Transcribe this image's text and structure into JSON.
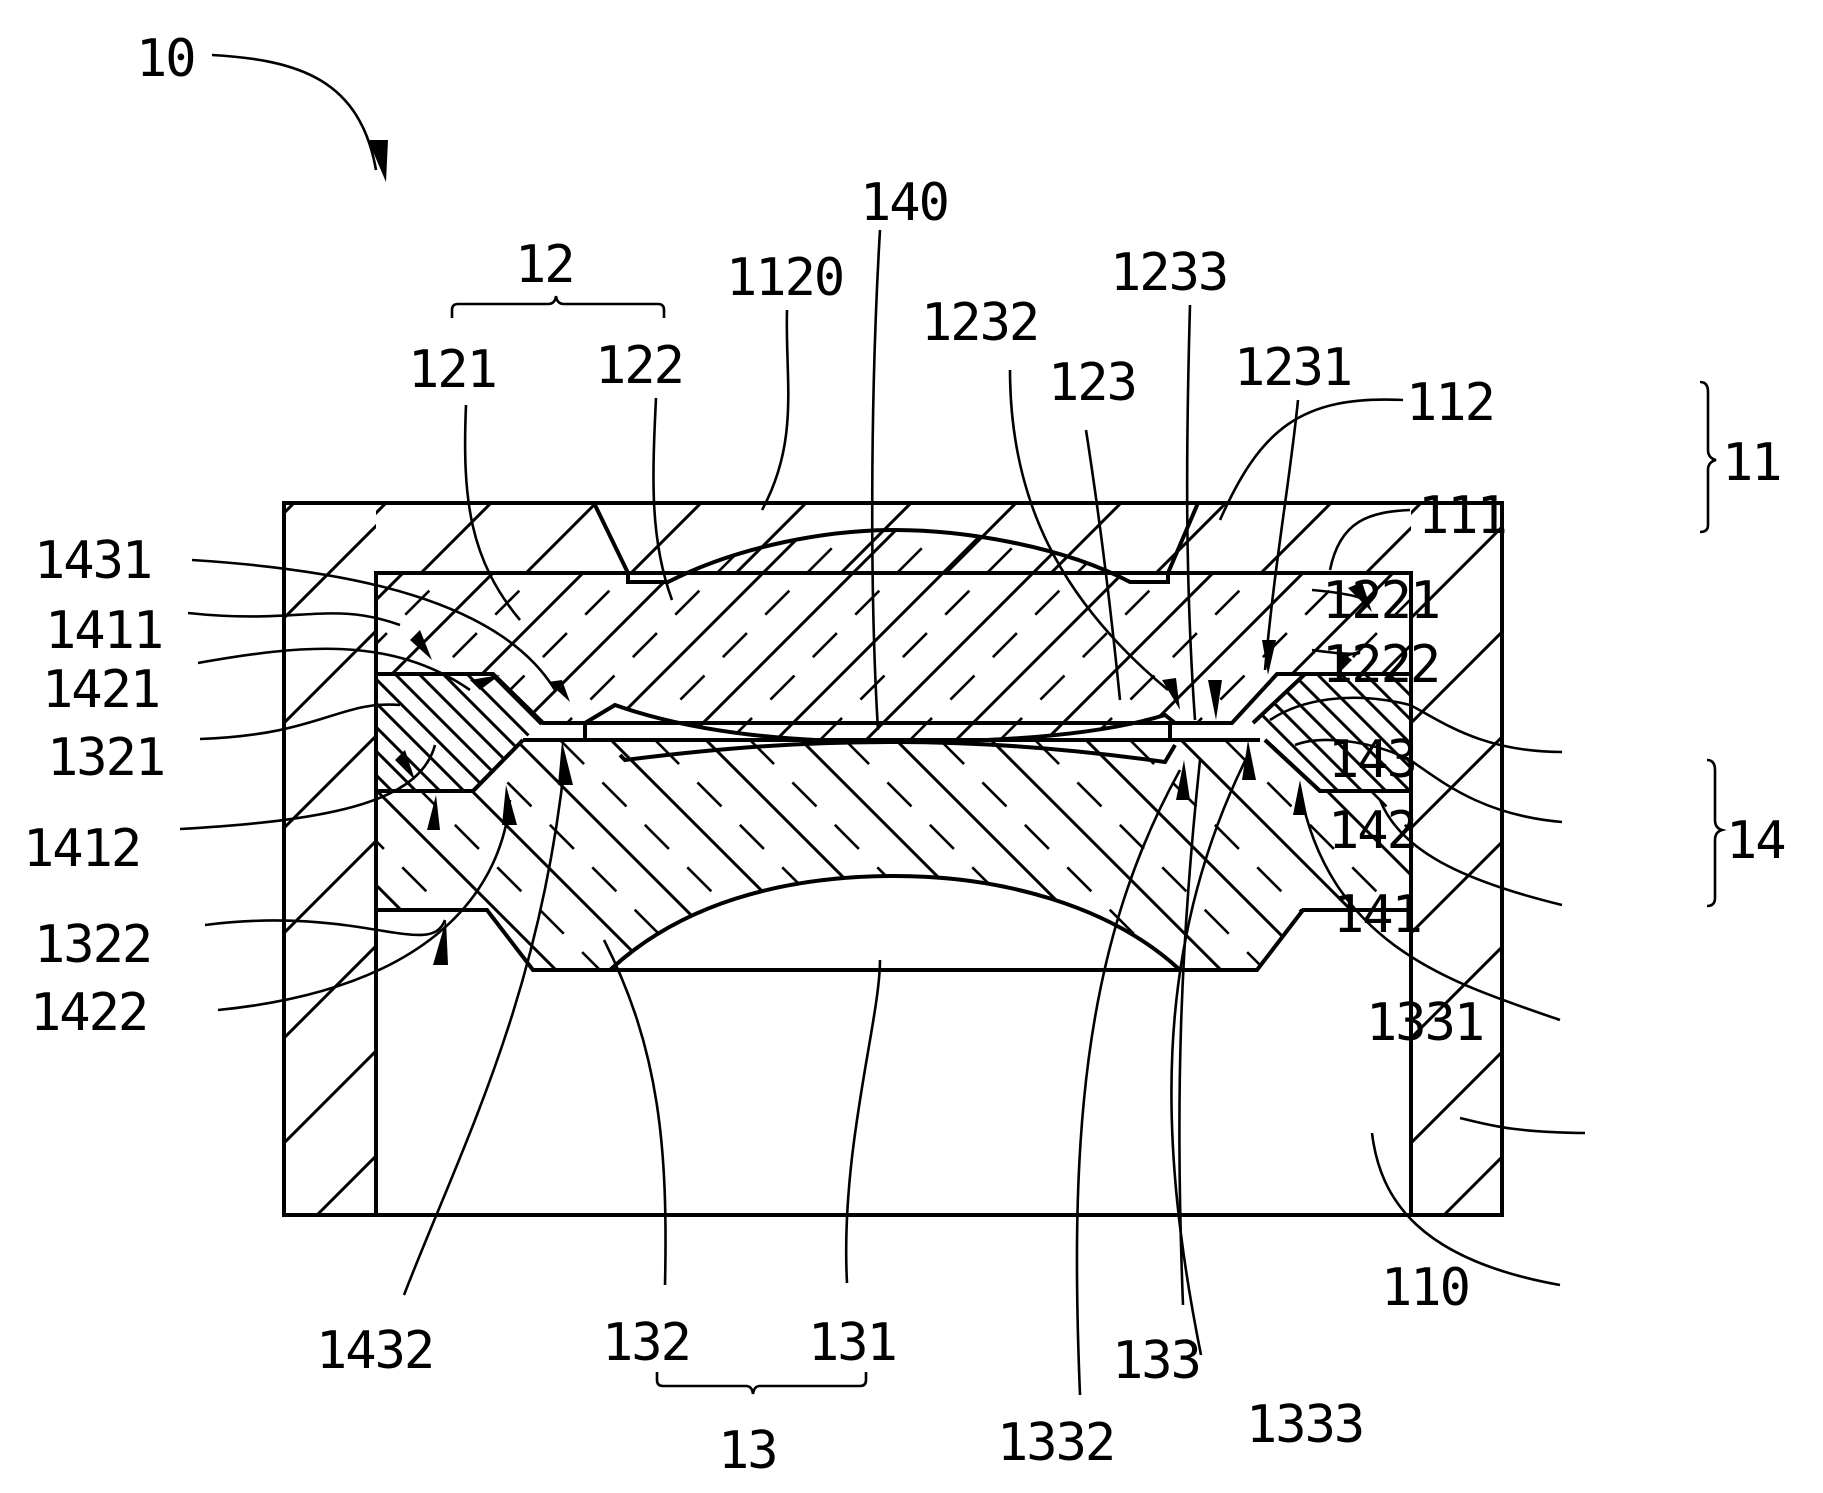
{
  "figure": {
    "title": "Lens module cross-section",
    "assembly_label": "10",
    "colors": {
      "ink": "#000000",
      "paper": "#ffffff"
    }
  },
  "components": {
    "barrel": {
      "group": "11",
      "parts": [
        "111",
        "112"
      ],
      "extra": [
        "110",
        "1120"
      ]
    },
    "first_lens": {
      "group": "12",
      "parts": [
        "121",
        "122",
        "123"
      ],
      "sub": [
        "1221",
        "1222",
        "1231",
        "1232",
        "1233"
      ]
    },
    "second_lens": {
      "group": "13",
      "parts": [
        "131",
        "132",
        "133"
      ],
      "sub": [
        "1321",
        "1322",
        "1331",
        "1332",
        "1333"
      ]
    },
    "spacer_ring": {
      "group": "14",
      "parts": [
        "141",
        "142",
        "143"
      ],
      "sub": [
        "1411",
        "1412",
        "1421",
        "1422",
        "1431",
        "1432"
      ]
    },
    "gap": "140"
  },
  "labels": {
    "l10": "10",
    "l12": "12",
    "l121": "121",
    "l122": "122",
    "l1120": "1120",
    "l140": "140",
    "l1232": "1232",
    "l1233": "1233",
    "l123": "123",
    "l1231": "1231",
    "l112": "112",
    "l111": "111",
    "l11": "11",
    "l1221": "1221",
    "l1222": "1222",
    "l143": "143",
    "l142": "142",
    "l141": "141",
    "l14": "14",
    "l1331": "1331",
    "l110": "110",
    "l1431": "1431",
    "l1411": "1411",
    "l1421": "1421",
    "l1321": "1321",
    "l1412": "1412",
    "l1322": "1322",
    "l1422": "1422",
    "l1432": "1432",
    "l132": "132",
    "l131": "131",
    "l13": "13",
    "l1332": "1332",
    "l133": "133",
    "l1333": "1333"
  }
}
